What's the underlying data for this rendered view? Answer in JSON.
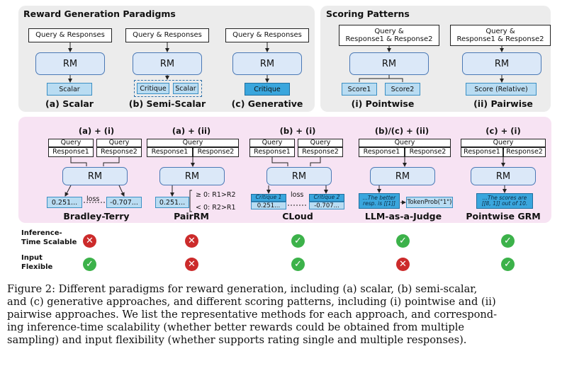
{
  "top_left": {
    "title": "Reward Generation Paradigms",
    "input_label": "Query & Responses",
    "rm_label": "RM",
    "scalar_output": "Scalar",
    "semi_critique": "Critique",
    "semi_scalar": "Scalar",
    "generative_output": "Critique",
    "cap_a": "(a) Scalar",
    "cap_b": "(b) Semi-Scalar",
    "cap_c": "(c) Generative"
  },
  "top_right": {
    "title": "Scoring Patterns",
    "input_line1": "Query &",
    "input_line2": "Response1 & Response2",
    "rm_label": "RM",
    "score1": "Score1",
    "score2": "Score2",
    "score_relative": "Score (Relative)",
    "cap_i": "(i) Pointwise",
    "cap_ii": "(ii) Pairwise"
  },
  "methods": {
    "query": "Query",
    "response1": "Response1",
    "response2": "Response2",
    "rm": "RM",
    "bt": {
      "header": "(a) + (i)",
      "val1": "0.251...",
      "val2": "-0.707...",
      "loss": "loss",
      "name": "Bradley-Terry"
    },
    "pairrm": {
      "header": "(a) + (ii)",
      "val": "0.251...",
      "rule1": "≥ 0: R1>R2",
      "rule2": "< 0: R2>R1",
      "name": "PairRM"
    },
    "cloud": {
      "header": "(b) + (i)",
      "critique1": "Critique 1",
      "critique2": "Critique 2",
      "val1": "0.251...",
      "val2": "-0.707...",
      "loss": "loss",
      "name": "CLoud"
    },
    "judge": {
      "header": "(b)/(c) + (ii)",
      "text": "...The better resp. is [[1]]",
      "tokenprob": "TokenProb(\"1\")",
      "name": "LLM-as-a-Judge"
    },
    "grm": {
      "header": "(c) + (i)",
      "text": "...The scores are [[8, 1]] out of 10.",
      "name": "Pointwise GRM"
    }
  },
  "properties": {
    "row1_label_line1": "Inference-",
    "row1_label_line2": "Time Scalable",
    "row2_label_line1": "Input",
    "row2_label_line2": "Flexible",
    "check": "✓",
    "cross": "✕",
    "inference_time_scalable": [
      false,
      false,
      true,
      true,
      true
    ],
    "input_flexible": [
      true,
      false,
      true,
      false,
      true
    ]
  },
  "caption": {
    "line1": "Figure 2: Different paradigms for reward generation, including (a) scalar, (b) semi-scalar,",
    "line2": "and (c) generative approaches, and different scoring patterns, including (i) pointwise and (ii)",
    "line3": "pairwise approaches. We list the representative methods for each approach, and correspond-",
    "line4": "ing inference-time scalability (whether better rewards could be obtained from multiple",
    "line5": "sampling) and input flexibility (whether supports rating single and multiple responses)."
  },
  "colors": {
    "panel_gray": "#ececec",
    "panel_pink": "#f7e3f3",
    "rm_fill": "#dbe8f8",
    "rm_border": "#4a78b5",
    "output_light": "#b9dcf2",
    "output_dark": "#3aa6dd",
    "check_green": "#3cb24a",
    "cross_red": "#cc2b2b"
  }
}
